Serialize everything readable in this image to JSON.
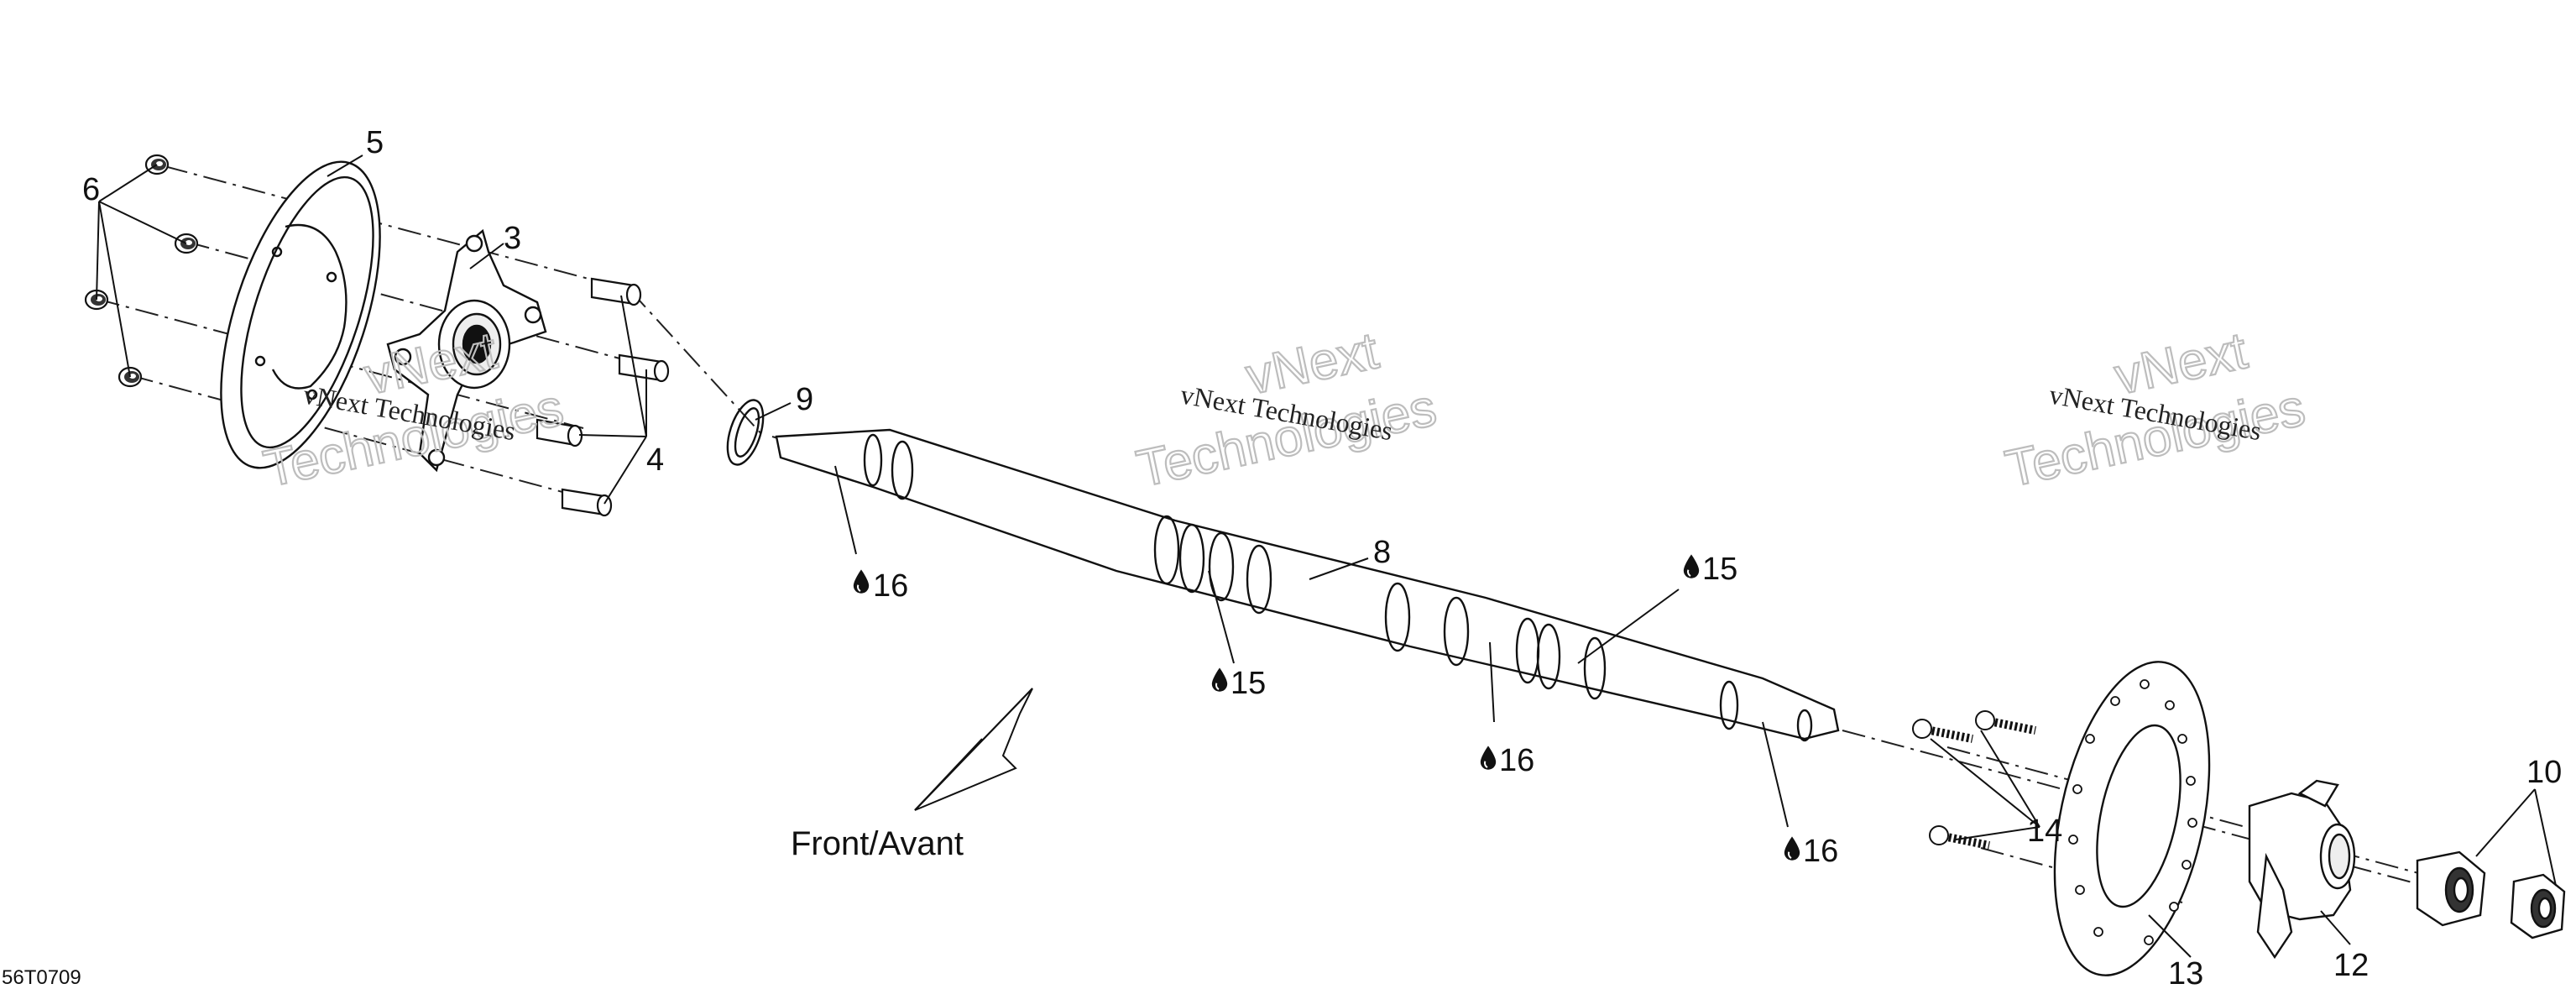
{
  "callouts": {
    "c3": "3",
    "c4": "4",
    "c5": "5",
    "c6": "6",
    "c8": "8",
    "c9": "9",
    "c10": "10",
    "c12": "12",
    "c13": "13",
    "c14": "14",
    "lube_15a": "15",
    "lube_15b": "15",
    "lube_16a": "16",
    "lube_16b": "16",
    "lube_16c": "16"
  },
  "front_label": "Front/Avant",
  "watermark": {
    "company": "vNext Technologies",
    "outline_top": "vNext",
    "outline_bottom": "Technologies"
  },
  "figure_code": "56T0709",
  "icons": [
    "lubricant-drop-icon",
    "front-direction-arrow-icon"
  ]
}
